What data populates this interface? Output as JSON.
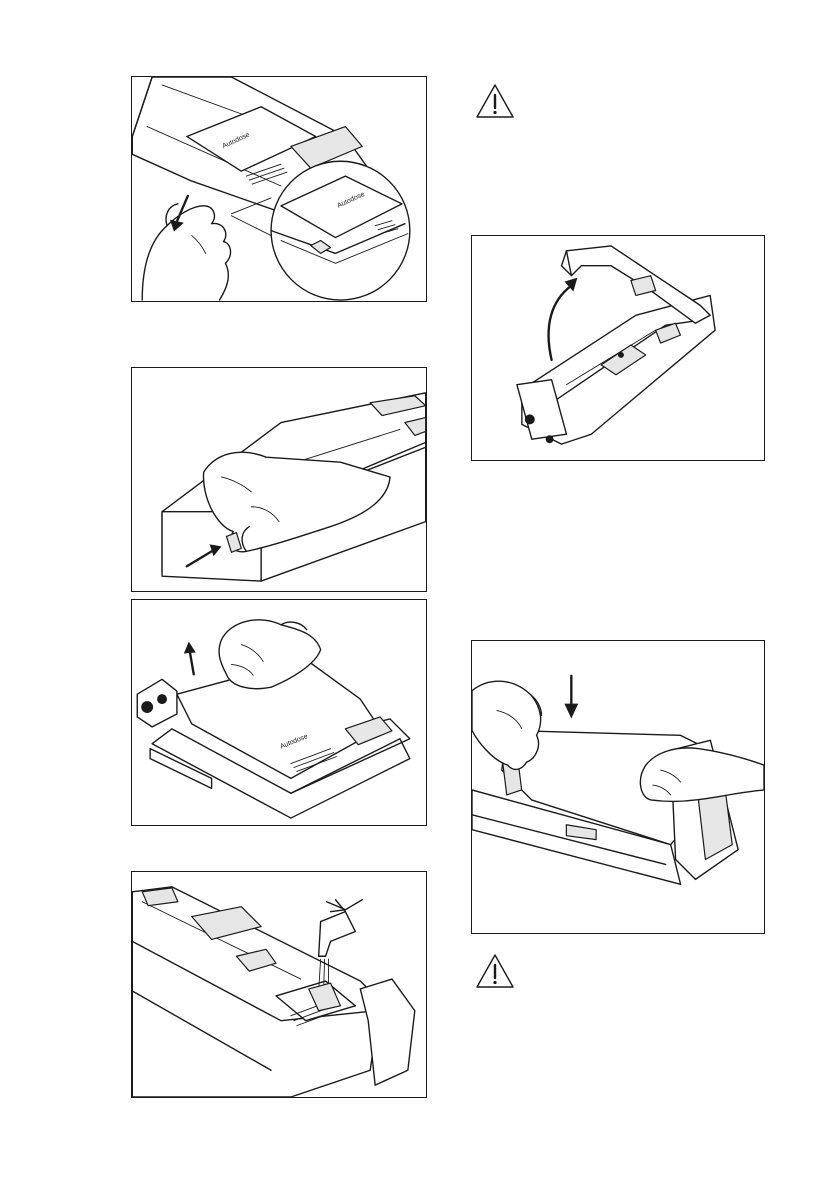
{
  "warnings": [
    {
      "icon": "warning-triangle-icon"
    },
    {
      "icon": "warning-triangle-icon"
    }
  ],
  "figures": [
    {
      "id": "fig-release-dispenser",
      "icon": "hand-icon",
      "label_text": "Autodose",
      "arrow": "down"
    },
    {
      "id": "fig-press-release-catch",
      "icon": "hand-icon",
      "arrow": "right"
    },
    {
      "id": "fig-lift-cover",
      "icon": "hand-icon",
      "label_text": "Autodose",
      "arrow": "up"
    },
    {
      "id": "fig-rinse-under-tap",
      "icon": "tap-icon"
    },
    {
      "id": "fig-open-cover-hinge",
      "icon": "curved-arrow-icon",
      "arrow": "curved-up"
    },
    {
      "id": "fig-press-cover-closed",
      "icon": "hand-icon",
      "arrow": "down"
    }
  ]
}
